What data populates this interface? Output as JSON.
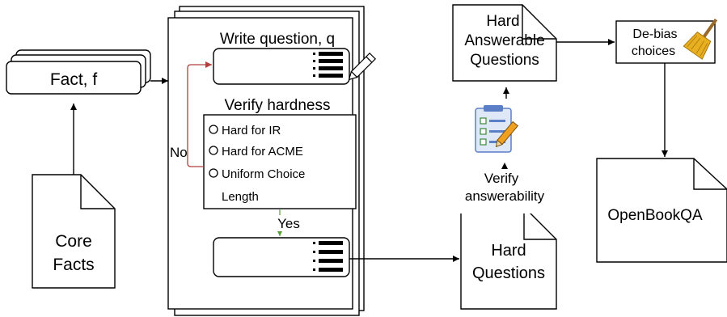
{
  "fact_box": {
    "label": "Fact, f"
  },
  "core_facts": {
    "line1": "Core",
    "line2": "Facts"
  },
  "center_panel": {
    "write_title": "Write question, q",
    "verify_title": "Verify hardness",
    "checklist": [
      "Hard for IR",
      "Hard for ACME",
      "Uniform Choice",
      "Length"
    ],
    "no_label": "No",
    "yes_label": "Yes"
  },
  "hard_questions": {
    "line1": "Hard",
    "line2": "Questions"
  },
  "verify_answerability": {
    "line1": "Verify",
    "line2": "answerability"
  },
  "hard_answerable": {
    "line1": "Hard",
    "line2": "Answerable",
    "line3": "Questions"
  },
  "debias": {
    "line1": "De-bias",
    "line2": "choices"
  },
  "openbookqa": {
    "label": "OpenBookQA"
  },
  "colors": {
    "no_arrow": "#b0413e",
    "yes_arrow": "#5a9e3a",
    "pencil": "#f0a020",
    "clipboard": "#5b7fc7",
    "broom": "#e8b020"
  },
  "icons": [
    "pencil-icon",
    "list-icon",
    "clipboard-checklist-icon",
    "broom-icon"
  ]
}
